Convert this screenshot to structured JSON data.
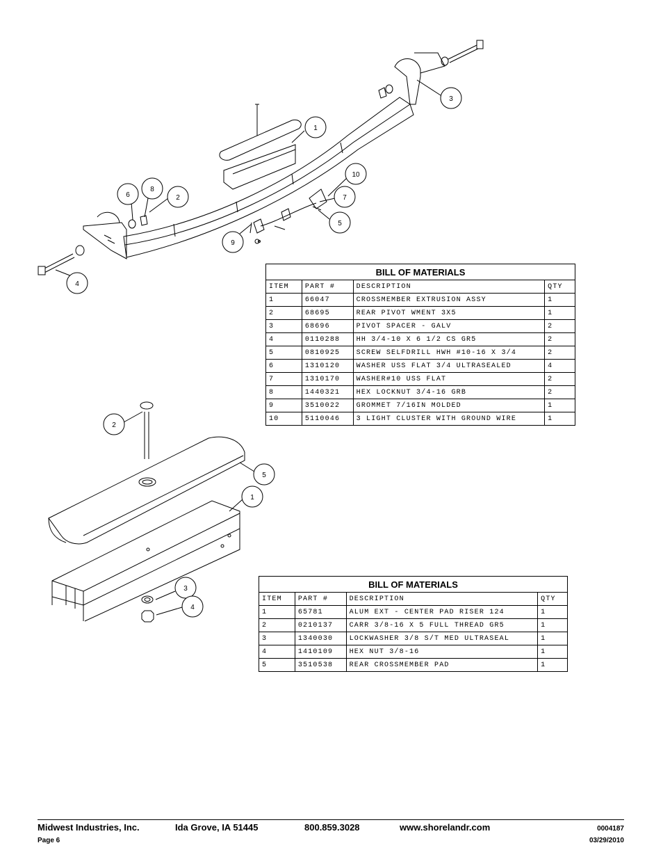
{
  "callouts": {
    "top": [
      "1",
      "10",
      "7",
      "5",
      "3",
      "2",
      "6",
      "8",
      "9",
      "4"
    ],
    "bottom": [
      "2",
      "5",
      "1",
      "3",
      "4"
    ]
  },
  "bom1": {
    "title": "BILL OF MATERIALS",
    "headers": [
      "ITEM",
      "PART #",
      "DESCRIPTION",
      "QTY"
    ],
    "rows": [
      [
        "1",
        "66047",
        "CROSSMEMBER EXTRUSION ASSY",
        "1"
      ],
      [
        "2",
        "68695",
        "REAR PIVOT WMENT 3X5",
        "1"
      ],
      [
        "3",
        "68696",
        "PIVOT SPACER - GALV",
        "2"
      ],
      [
        "4",
        "0110288",
        "HH 3/4-10 X 6 1/2 CS GR5",
        "2"
      ],
      [
        "5",
        "0810925",
        "SCREW SELFDRILL HWH #10-16 X 3/4",
        "2"
      ],
      [
        "6",
        "1310120",
        "WASHER USS FLAT 3/4 ULTRASEALED",
        "4"
      ],
      [
        "7",
        "1310170",
        "WASHER#10 USS FLAT",
        "2"
      ],
      [
        "8",
        "1440321",
        "HEX LOCKNUT 3/4-16 GRB",
        "2"
      ],
      [
        "9",
        "3510022",
        "GROMMET  7/16IN MOLDED",
        "1"
      ],
      [
        "10",
        "5110046",
        "3 LIGHT CLUSTER WITH GROUND WIRE",
        "1"
      ]
    ]
  },
  "bom2": {
    "title": "BILL OF MATERIALS",
    "headers": [
      "ITEM",
      "PART #",
      "DESCRIPTION",
      "QTY"
    ],
    "rows": [
      [
        "1",
        "65781",
        "ALUM EXT - CENTER PAD RISER 124",
        "1"
      ],
      [
        "2",
        "0210137",
        "CARR 3/8-16 X 5 FULL THREAD GR5",
        "1"
      ],
      [
        "3",
        "1340030",
        "LOCKWASHER 3/8 S/T MED ULTRASEAL",
        "1"
      ],
      [
        "4",
        "1410109",
        "HEX NUT 3/8-16",
        "1"
      ],
      [
        "5",
        "3510538",
        "REAR CROSSMEMBER PAD",
        "1"
      ]
    ]
  },
  "footer": {
    "company": "Midwest Industries, Inc.",
    "city": "Ida Grove, IA  51445",
    "phone": "800.859.3028",
    "website": "www.shorelandr.com",
    "doc_number": "0004187",
    "page": "Page 6",
    "date": "03/29/2010"
  }
}
